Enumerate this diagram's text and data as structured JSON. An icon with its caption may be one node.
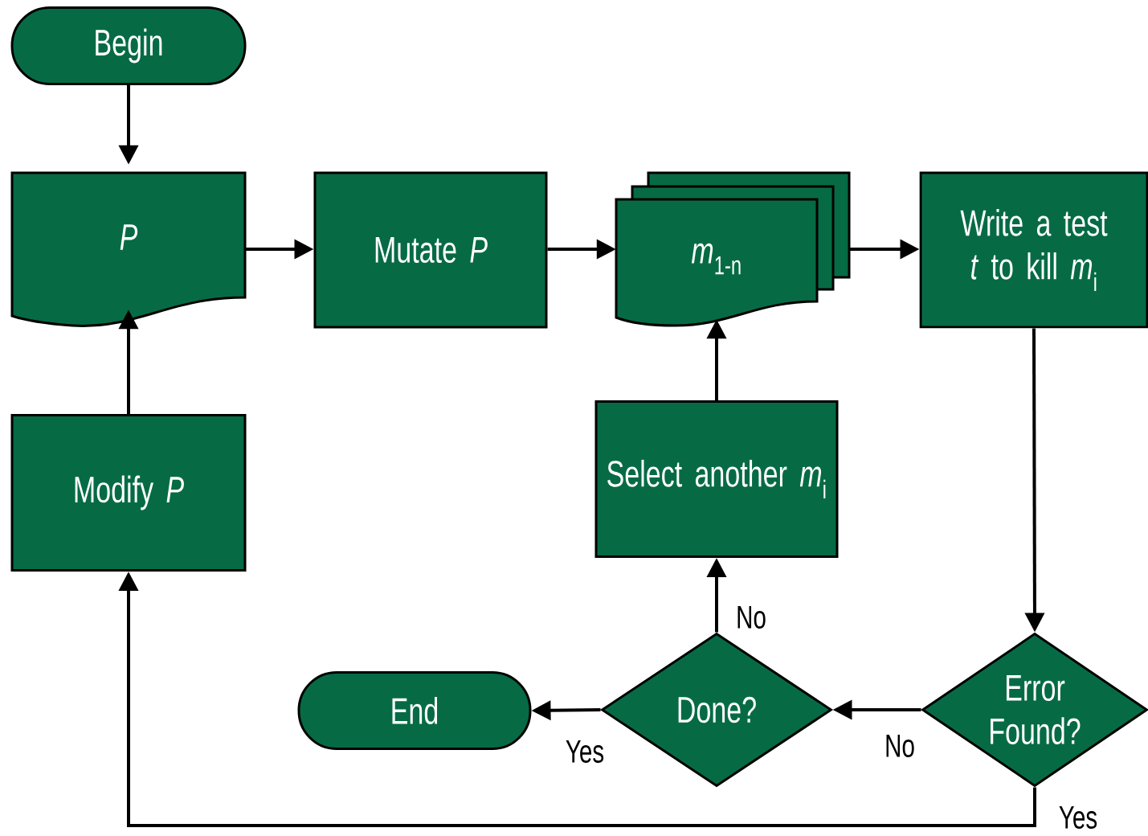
{
  "diagram": {
    "nodes": [
      {
        "text": [
          "Begin"
        ]
      },
      {
        "text": [
          "P"
        ]
      },
      {
        "text": [
          "Mutate *P*"
        ]
      },
      {
        "text": [
          "*m*$_{1-n}$"
        ]
      },
      {
        "text": [
          "Write a test *t* to kill *m*$_{i}$"
        ]
      },
      {
        "text": [
          "Modify *P*"
        ]
      },
      {
        "text": [
          "Select another *m*$_{i}$"
        ]
      },
      {
        "text": [
          "End"
        ]
      },
      {
        "text": [
          "Done?"
        ]
      },
      {
        "text": [
          "Error Found?"
        ]
      }
    ],
    "edges": [
      {
        "from": 0,
        "to": 1,
        "arrow": "to"
      },
      {
        "from": 1,
        "to": 2,
        "arrow": "to"
      },
      {
        "from": 2,
        "to": 3,
        "arrow": "to"
      },
      {
        "from": 3,
        "to": 4,
        "arrow": "to"
      },
      {
        "from": 4,
        "to": 9,
        "arrow": "to"
      },
      {
        "from": 9,
        "to": 8,
        "arrow": "to",
        "label": "No"
      },
      {
        "from": 8,
        "to": 7,
        "arrow": "to",
        "label": "Yes"
      },
      {
        "from": 8,
        "to": 6,
        "arrow": "to",
        "label": "No"
      },
      {
        "from": 6,
        "to": 3,
        "arrow": "to"
      },
      {
        "from": 9,
        "to": 5,
        "arrow": "to",
        "label": "Yes"
      },
      {
        "from": 5,
        "to": 1,
        "arrow": "to"
      }
    ]
  }
}
